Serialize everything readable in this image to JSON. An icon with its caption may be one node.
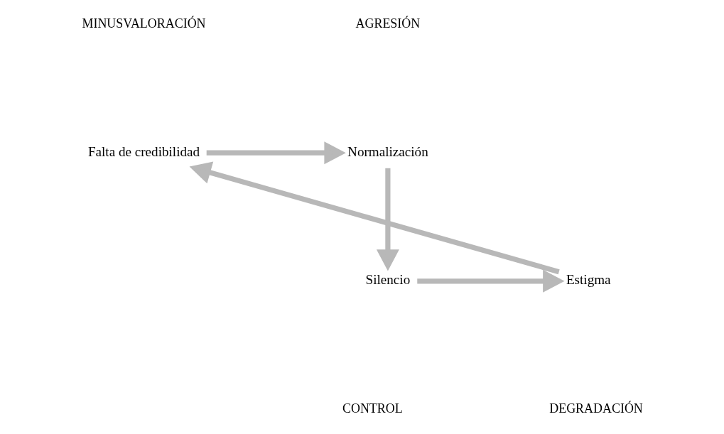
{
  "diagram": {
    "nodes": [
      {
        "text": [
          "Falta de credibilidad"
        ]
      },
      {
        "text": [
          "Normalización"
        ]
      },
      {
        "text": [
          "Silencio"
        ]
      },
      {
        "text": [
          "Estigma"
        ]
      }
    ],
    "edges": [
      {
        "from": 0,
        "to": 1,
        "arrow": "to"
      },
      {
        "from": 1,
        "to": 2,
        "arrow": "to"
      },
      {
        "from": 2,
        "to": 3,
        "arrow": "to"
      },
      {
        "from": 3,
        "to": 0,
        "arrow": "to"
      }
    ],
    "labels": [
      "MINUSVALORACIÓN",
      "AGRESIÓN",
      "DEGRADACIÓN",
      "CONTROL"
    ]
  }
}
